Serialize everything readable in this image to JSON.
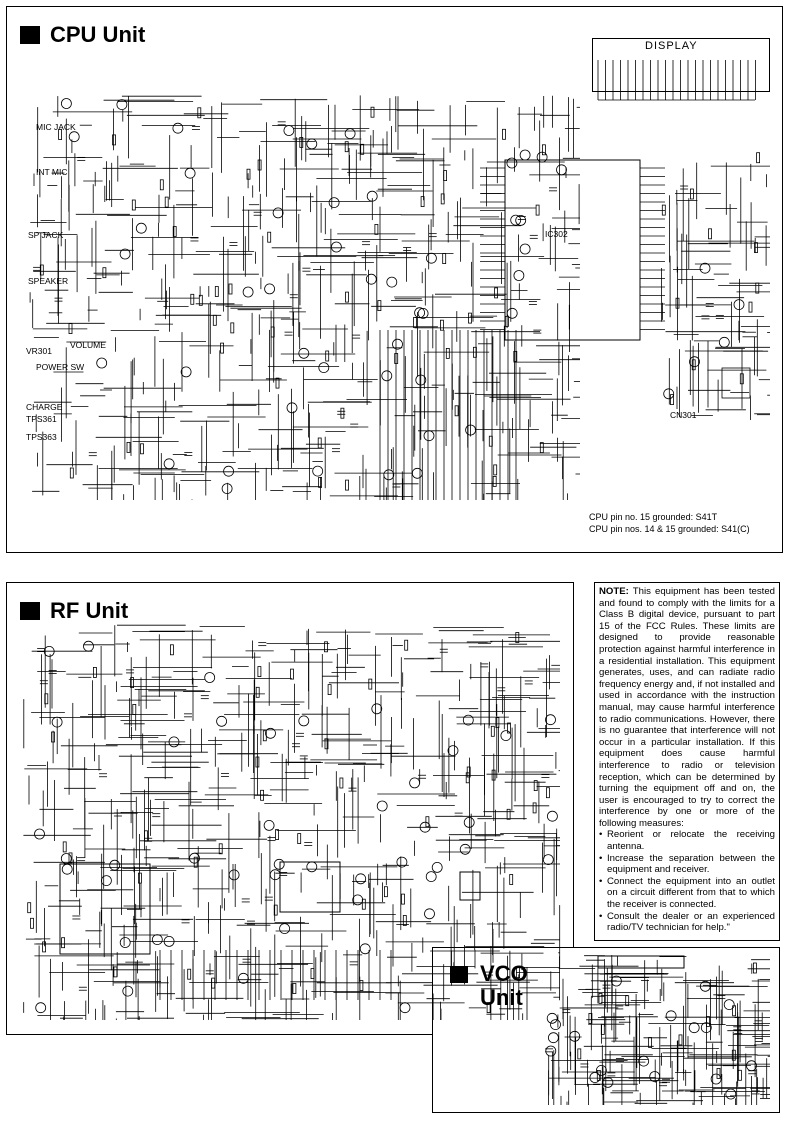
{
  "cpu_unit": {
    "title": "CPU Unit",
    "display_label": "DISPLAY",
    "ref_labels": [
      "IC302",
      "VR301",
      "TPS361",
      "TPS363",
      "MIC JACK",
      "INT MIC",
      "SP JACK",
      "SPEAKER",
      "VOLUME",
      "POWER SW",
      "CHARGE",
      "CN301"
    ],
    "note_line1": "CPU pin no. 15 grounded: S41T",
    "note_line2": "CPU pin nos. 14 & 15 grounded: S41(C)"
  },
  "rf_unit": {
    "title": "RF Unit"
  },
  "vco_unit": {
    "title_line1": "VCO",
    "title_line2": "Unit"
  },
  "fcc_note": {
    "heading": "NOTE:",
    "body": "This equipment has been tested and found to comply with the limits for a Class B digital device, pursuant to part 15 of the FCC Rules. These limits are designed to provide reasonable protection against harmful interference in a residential installation. This equipment generates, uses, and can radiate radio frequency energy and, if not installed and used in accordance with the instruction manual, may cause harmful interference to radio communications. However, there is no guarantee that interference will not occur in a particular installation. If this equipment does cause harmful interference to radio or television reception, which can be determined by turning the equipment off and on, the user is encouraged to try to correct the interference by one or more of the following measures:",
    "measures": [
      "Reorient or relocate the receiving antenna.",
      "Increase the separation between the equipment and receiver.",
      "Connect the equipment into an outlet on a circuit different from that to which the receiver is connected.",
      "Consult the dealer or an experienced radio/TV technician for help.\""
    ]
  }
}
